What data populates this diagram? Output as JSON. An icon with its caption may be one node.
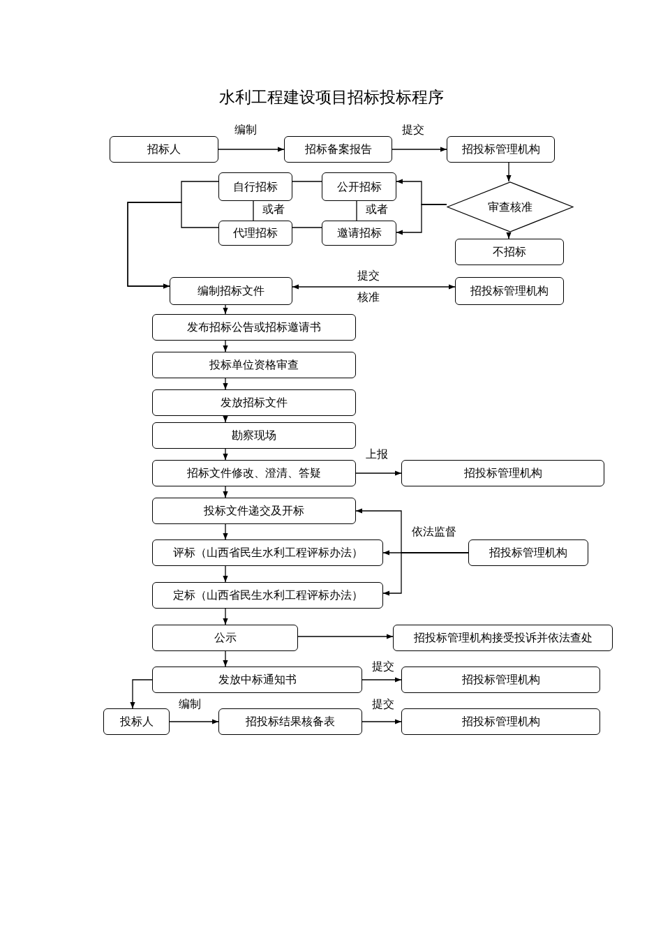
{
  "diagram": {
    "title": "水利工程建设项目招标投标程序",
    "nodes": [
      {
        "text": [
          "招标人"
        ]
      },
      {
        "text": [
          "招标备案报告"
        ]
      },
      {
        "text": [
          "招投标管理机构"
        ]
      },
      {
        "text": [
          "自行招标"
        ]
      },
      {
        "text": [
          "代理招标"
        ]
      },
      {
        "text": [
          "公开招标"
        ]
      },
      {
        "text": [
          "邀请招标"
        ]
      },
      {
        "text": [
          "审查核准"
        ]
      },
      {
        "text": [
          "不招标"
        ]
      },
      {
        "text": [
          "编制招标文件"
        ]
      },
      {
        "text": [
          "招投标管理机构"
        ]
      },
      {
        "text": [
          "发布招标公告或招标邀请书"
        ]
      },
      {
        "text": [
          "投标单位资格审查"
        ]
      },
      {
        "text": [
          "发放招标文件"
        ]
      },
      {
        "text": [
          "勘察现场"
        ]
      },
      {
        "text": [
          "招标文件修改、澄清、答疑"
        ]
      },
      {
        "text": [
          "招投标管理机构"
        ]
      },
      {
        "text": [
          "投标文件递交及开标"
        ]
      },
      {
        "text": [
          "评标（山西省民生水利工程评标办法）"
        ]
      },
      {
        "text": [
          "招投标管理机构"
        ]
      },
      {
        "text": [
          "定标（山西省民生水利工程评标办法）"
        ]
      },
      {
        "text": [
          "公示"
        ]
      },
      {
        "text": [
          "招投标管理机构接受投诉并依法查处"
        ]
      },
      {
        "text": [
          "发放中标通知书"
        ]
      },
      {
        "text": [
          "招投标管理机构"
        ]
      },
      {
        "text": [
          "投标人"
        ]
      },
      {
        "text": [
          "招投标结果核备表"
        ]
      },
      {
        "text": [
          "招投标管理机构"
        ]
      }
    ],
    "edges": [
      {
        "from": 0,
        "to": 1,
        "arrow": "to",
        "label": "编制"
      },
      {
        "from": 1,
        "to": 2,
        "arrow": "to",
        "label": "提交"
      },
      {
        "from": 2,
        "to": 7,
        "arrow": "to"
      },
      {
        "from": 7,
        "to": 8,
        "arrow": "to"
      },
      {
        "from": 7,
        "to": 5,
        "arrow": "to"
      },
      {
        "from": 7,
        "to": 6,
        "arrow": "to"
      },
      {
        "from": 3,
        "to": 5,
        "arrow": "none"
      },
      {
        "from": 4,
        "to": 6,
        "arrow": "none"
      },
      {
        "from": 3,
        "to": 4,
        "arrow": "none",
        "label": "或者"
      },
      {
        "from": 5,
        "to": 6,
        "arrow": "none",
        "label": "或者"
      },
      {
        "from": 3,
        "to": 9,
        "arrow": "to"
      },
      {
        "from": 4,
        "to": 9,
        "arrow": "to"
      },
      {
        "from": 9,
        "to": 10,
        "arrow": "both",
        "label": "提交"
      },
      {
        "from": 9,
        "to": 11,
        "arrow": "to"
      },
      {
        "from": 11,
        "to": 12,
        "arrow": "to"
      },
      {
        "from": 12,
        "to": 13,
        "arrow": "to"
      },
      {
        "from": 13,
        "to": 14,
        "arrow": "to"
      },
      {
        "from": 14,
        "to": 15,
        "arrow": "to"
      },
      {
        "from": 15,
        "to": 16,
        "arrow": "to",
        "label": "上报"
      },
      {
        "from": 15,
        "to": 17,
        "arrow": "to"
      },
      {
        "from": 17,
        "to": 18,
        "arrow": "to"
      },
      {
        "from": 18,
        "to": 20,
        "arrow": "to"
      },
      {
        "from": 20,
        "to": 21,
        "arrow": "to"
      },
      {
        "from": 21,
        "to": 23,
        "arrow": "to"
      },
      {
        "from": 21,
        "to": 22,
        "arrow": "to"
      },
      {
        "from": 23,
        "to": 24,
        "arrow": "to",
        "label": "提交"
      },
      {
        "from": 23,
        "to": 25,
        "arrow": "to"
      },
      {
        "from": 25,
        "to": 26,
        "arrow": "to",
        "label": "编制"
      },
      {
        "from": 26,
        "to": 27,
        "arrow": "to",
        "label": "提交"
      },
      {
        "from": 19,
        "to": 17,
        "arrow": "to"
      },
      {
        "from": 19,
        "to": 18,
        "arrow": "to",
        "label": "依法监督"
      },
      {
        "from": 19,
        "to": 20,
        "arrow": "to"
      }
    ],
    "labels": [
      "核准"
    ]
  }
}
